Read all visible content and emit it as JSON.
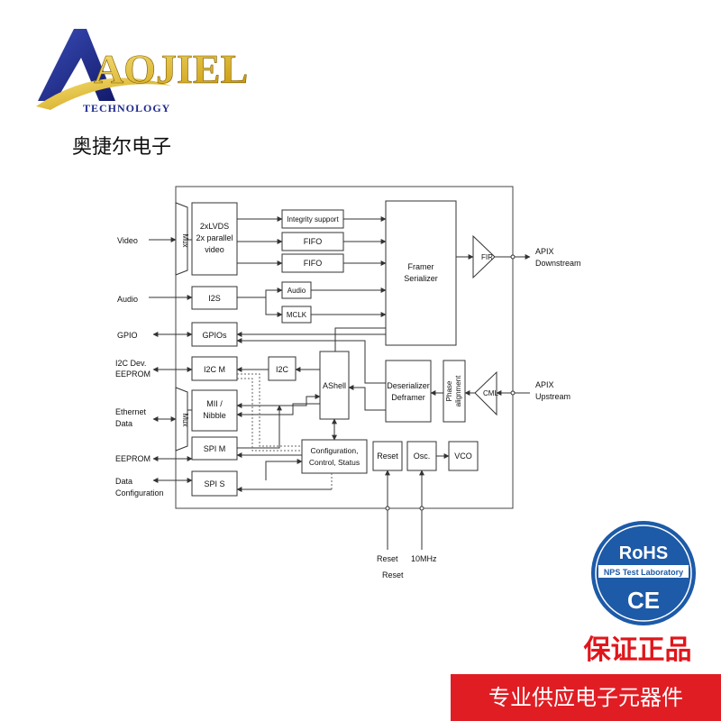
{
  "brand": {
    "name": "AOJIEL",
    "subtitle": "TECHNOLOGY",
    "chinese_name": "奥捷尔电子",
    "colors": {
      "logo_blue": "#1f2a8c",
      "logo_gold": "#d9b400",
      "banner_red": "#e11d24"
    }
  },
  "diagram": {
    "inputs": {
      "video": "Video",
      "audio": "Audio",
      "gpio": "GPIO",
      "i2c_dev": "I2C Dev.",
      "eeprom_top": "EEPROM",
      "ethernet": "Ethernet",
      "data": "Data",
      "eeprom": "EEPROM",
      "data_cfg_1": "Data",
      "data_cfg_2": "Configuration"
    },
    "outputs": {
      "apix_down_1": "APIX",
      "apix_down_2": "Downstream",
      "apix_up_1": "APIX",
      "apix_up_2": "Upstream",
      "reset_1": "Reset",
      "reset_2": "Reset",
      "clock": "10MHz"
    },
    "blocks": {
      "mux_top": "Mux",
      "lvds_1": "2xLVDS",
      "lvds_2": "2x parallel",
      "lvds_3": "video",
      "integrity": "Integrity support",
      "fifo_1": "FIFO",
      "fifo_2": "FIFO",
      "framer_1": "Framer",
      "framer_2": "Serializer",
      "fir": "FIR",
      "i2s": "I2S",
      "audio": "Audio",
      "mclk": "MCLK",
      "gpios": "GPIOs",
      "i2cm": "I2C M",
      "i2c": "I2C",
      "ashell": "AShell",
      "deser_1": "Deserializer",
      "deser_2": "Deframer",
      "phase_1": "Phase",
      "phase_2": "alignment",
      "cml": "CML",
      "mux_mid": "Mux",
      "mii_1": "MII /",
      "mii_2": "Nibble",
      "spim": "SPI M",
      "spis": "SPI S",
      "config_1": "Configuration,",
      "config_2": "Control, Status",
      "reset": "Reset",
      "osc": "Osc.",
      "vco": "VCO"
    }
  },
  "badge": {
    "rohs": "RoHS",
    "lab": "NPS Test Laboratory",
    "ce": "CE"
  },
  "banners": {
    "genuine": "保证正品",
    "supply": "专业供应电子元器件"
  }
}
